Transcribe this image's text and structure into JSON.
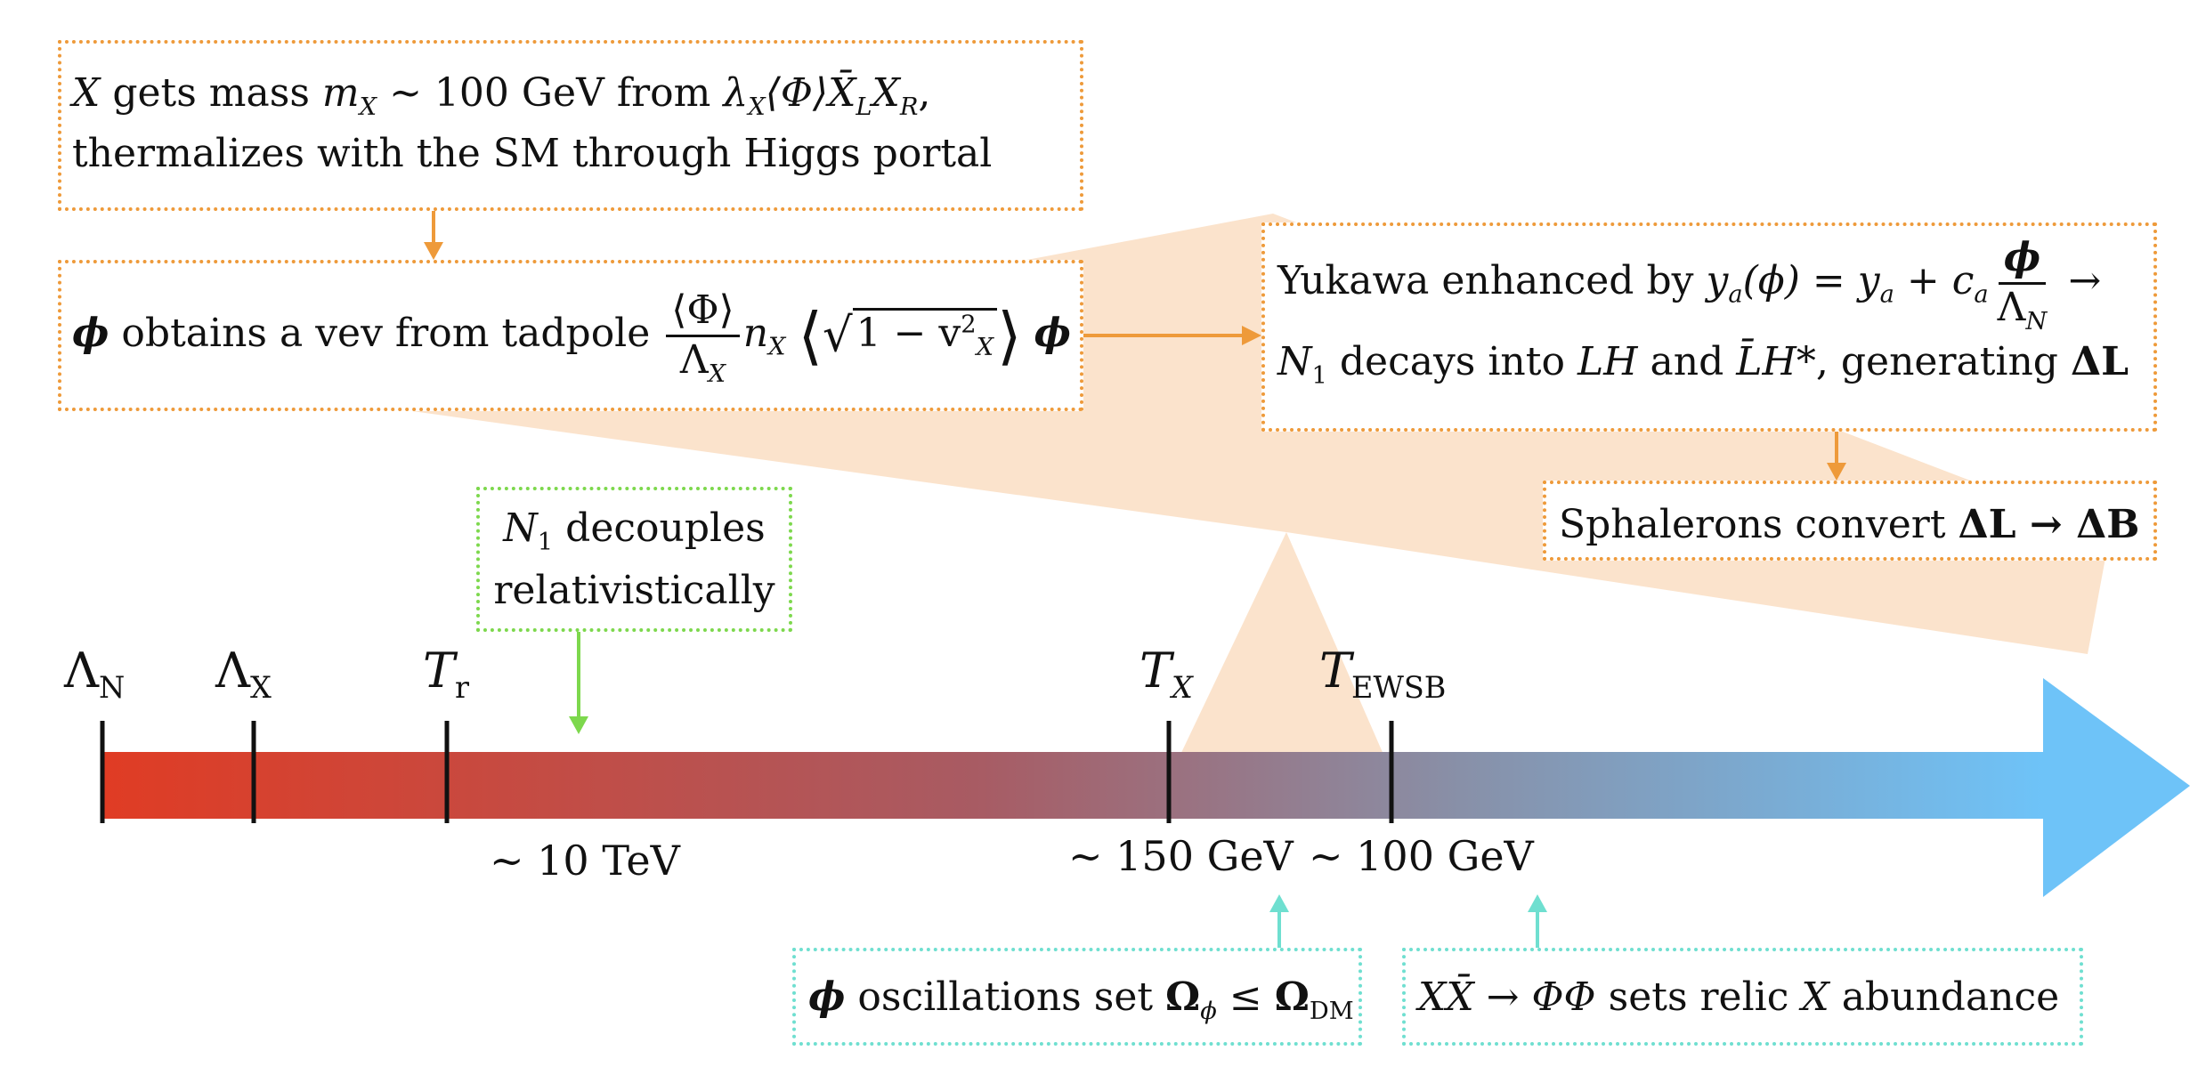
{
  "boxes": {
    "x_mass": {
      "line1_var": "X",
      "line1_text": "gets mass",
      "line1_math": "m",
      "line1_math_sub": "X",
      "line1_approx": "~ 100 GeV from",
      "line1_coupling": "λ",
      "line1_coupling_sub": "X",
      "line1_expr": "⟨Φ⟩X̄",
      "line1_expr_sub1": "L",
      "line1_expr_var2": "X",
      "line1_expr_sub2": "R",
      "line1_tail": ",",
      "line2": "thermalizes with the SM through Higgs portal"
    },
    "phi_vev": {
      "phi": "ϕ",
      "text": "obtains a vev from tadpole",
      "frac_num": "⟨Φ⟩",
      "frac_den": "Λ",
      "frac_den_sub": "X",
      "n": "n",
      "n_sub": "X",
      "sqrt_body": "1 − v",
      "sqrt_sub": "X",
      "sqrt_sup": "2",
      "tail_phi": "ϕ"
    },
    "yukawa": {
      "line1_text": "Yukawa enhanced by",
      "y": "y",
      "y_sub": "a",
      "arg": "(ϕ) = ",
      "y2": "y",
      "y2_sub": "a",
      "plus": " + ",
      "c": "c",
      "c_sub": "a",
      "frac_num": "ϕ",
      "frac_den": "Λ",
      "frac_den_sub": "N",
      "arrow": "→",
      "line2_n": "N",
      "line2_n_sub": "1",
      "line2_text1": "decays into",
      "line2_lh": "LH",
      "line2_and": "and",
      "line2_lbar": "L̄H*",
      "line2_text2": ", generating",
      "line2_delta": "ΔL"
    },
    "sphalerons": {
      "text": "Sphalerons convert",
      "expr": "ΔL → ΔB"
    },
    "n1_decouples": {
      "n": "N",
      "n_sub": "1",
      "line1": "decouples",
      "line2": "relativistically"
    },
    "phi_oscillations": {
      "phi": "ϕ",
      "text": "oscillations set",
      "omega": "Ω",
      "omega_sub": "ϕ",
      "le": "≤",
      "omega2": "Ω",
      "omega2_sub": "DM"
    },
    "relic": {
      "expr": "XX̄ → ΦΦ",
      "text": "sets relic",
      "x": "X",
      "tail": "abundance"
    }
  },
  "ticks": [
    {
      "main": "Λ",
      "sub": "N"
    },
    {
      "main": "Λ",
      "sub": "X"
    },
    {
      "main": "T",
      "sub": "r"
    },
    {
      "main": "T",
      "sub": "X"
    },
    {
      "main": "T",
      "sub": "EWSB"
    }
  ],
  "energies": {
    "e10tev": "~ 10 TeV",
    "e150gev": "~ 150 GeV",
    "e100gev": "~ 100 GeV"
  },
  "colors": {
    "box_orange": "#ee9a3a",
    "box_green": "#7dd84d",
    "box_teal": "#6fdfd0",
    "gradient_start": "#e03c24",
    "gradient_end": "#6ec3f8",
    "shade": "#fbe3cc"
  }
}
